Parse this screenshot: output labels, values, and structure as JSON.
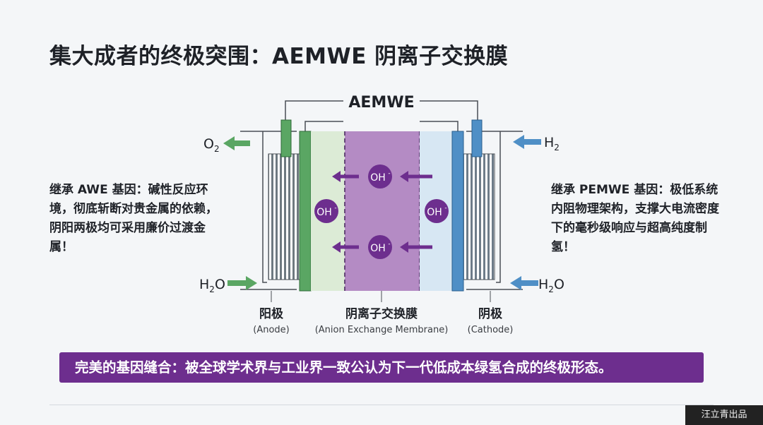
{
  "title": "集大成者的终极突围：AEMWE 阴离子交换膜",
  "diagram": {
    "top_label": "AEMWE",
    "o2": "O",
    "o2_sub": "2",
    "h2": "H",
    "h2_sub": "2",
    "h2o_left": "H",
    "h2o_left_sub": "2",
    "h2o_left_tail": "O",
    "h2o_right": "H",
    "h2o_right_sub": "2",
    "h2o_right_tail": "O",
    "ion": "OH",
    "ion_sup": "-",
    "anode_cn": "阳极",
    "anode_en": "(Anode)",
    "membrane_cn": "阴离子交换膜",
    "membrane_en": "(Anion Exchange Membrane)",
    "cathode_cn": "阴极",
    "cathode_en": "(Cathode)",
    "colors": {
      "anode_green": "#5aa663",
      "membrane_purple": "#b48bc4",
      "cathode_blue": "#4f8fc6",
      "ion_purple": "#6d2e8e"
    }
  },
  "left_text": "继承 AWE 基因：碱性反应环境，彻底斩断对贵金属的依赖，阴阳两极均可采用廉价过渡金属！",
  "right_text": "继承 PEMWE 基因：极低系统内阻物理架构，支撑大电流密度下的毫秒级响应与超高纯度制氢！",
  "banner": "完美的基因缝合：被全球学术界与工业界一致公认为下一代低成本绿氢合成的终极形态。",
  "watermark": "汪立青出品"
}
